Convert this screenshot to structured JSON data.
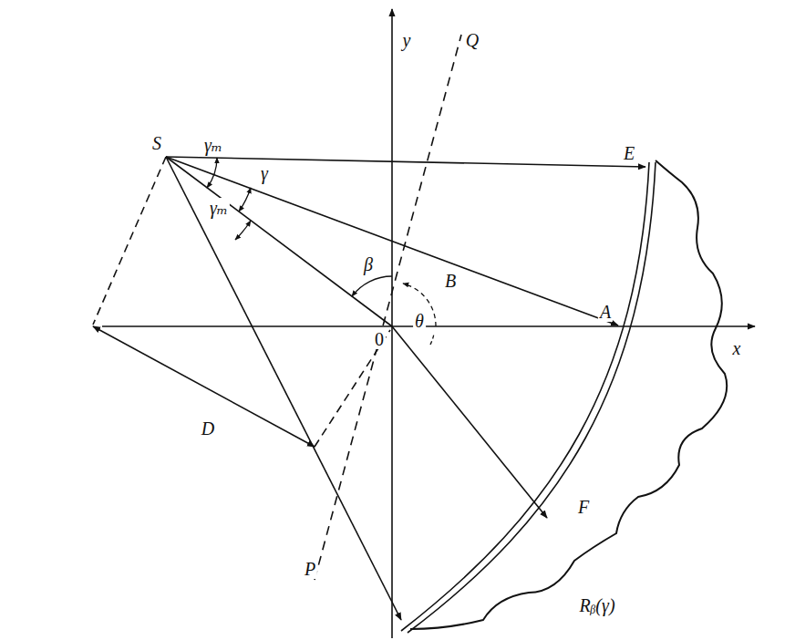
{
  "diagram": {
    "labels": [
      "y",
      "x",
      "Q",
      "S",
      "γₘ",
      "γ",
      "γₘ",
      "E",
      "B",
      "A",
      "β",
      "θ",
      "0",
      "D",
      "F",
      "P",
      "Rᵦ(γ)"
    ]
  }
}
